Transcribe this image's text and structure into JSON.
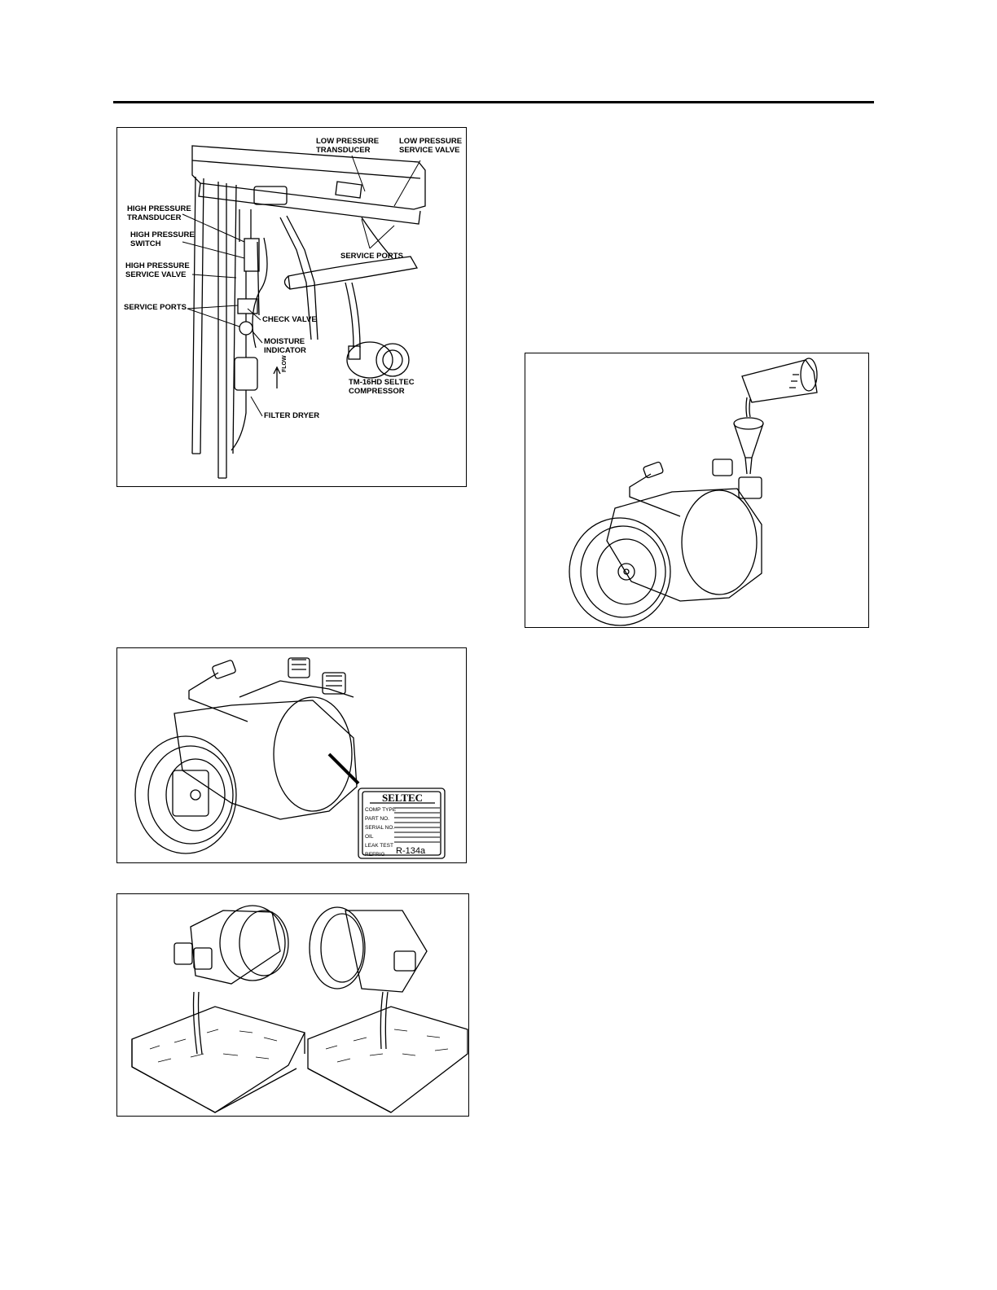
{
  "figure1": {
    "labels": {
      "low_pressure_transducer": "LOW PRESSURE\nTRANSDUCER",
      "low_pressure_service_valve": "LOW PRESSURE\nSERVICE VALVE",
      "high_pressure_transducer": "HIGH PRESSURE\nTRANSDUCER",
      "high_pressure_switch": "HIGH PRESSURE\nSWITCH",
      "high_pressure_service_valve": "HIGH PRESSURE\nSERVICE VALVE",
      "service_ports_left": "SERVICE PORTS",
      "service_ports_right": "SERVICE PORTS",
      "check_valve": "CHECK VALVE",
      "moisture_indicator": "MOISTURE\nINDICATOR",
      "compressor": "TM-16HD SELTEC\nCOMPRESSOR",
      "filter_dryer": "FILTER DRYER",
      "flow_arrow": "FLOW"
    }
  },
  "figure2": {
    "nameplate": {
      "brand": "SELTEC",
      "rows": [
        "COMP TYPE",
        "PART NO.",
        "SERIAL NO.",
        "OIL",
        "LEAK TEST",
        "REFRIG"
      ],
      "refrigerant": "R-134a"
    }
  }
}
